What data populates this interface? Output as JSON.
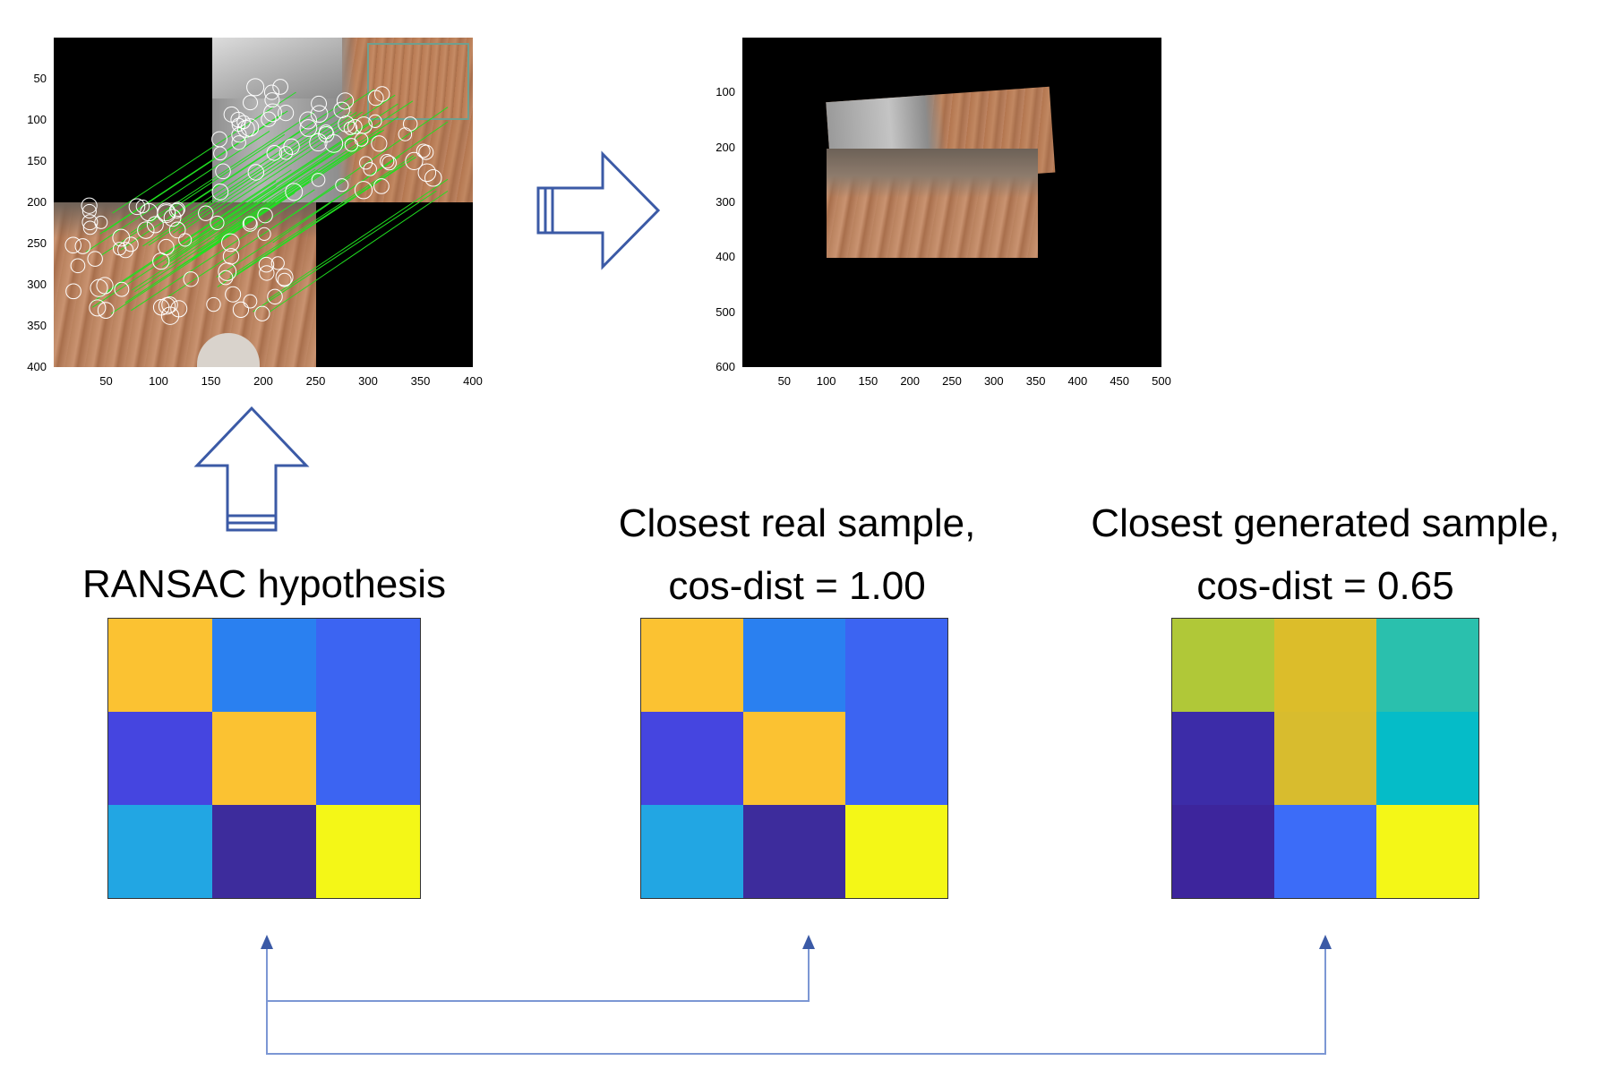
{
  "plot1": {
    "y_ticks": [
      "50",
      "100",
      "150",
      "200",
      "250",
      "300",
      "350",
      "400"
    ],
    "x_ticks": [
      "50",
      "100",
      "150",
      "200",
      "250",
      "300",
      "350",
      "400"
    ]
  },
  "plot2": {
    "y_ticks": [
      "100",
      "200",
      "300",
      "400",
      "500",
      "600"
    ],
    "x_ticks": [
      "50",
      "100",
      "150",
      "200",
      "250",
      "300",
      "350",
      "400",
      "450",
      "500"
    ]
  },
  "panels": [
    {
      "title_lines": [
        "RANSAC hypothesis"
      ],
      "cells": [
        "#fbc232",
        "#2a80f0",
        "#3c64f2",
        "#4545e0",
        "#fbc232",
        "#3c64f2",
        "#22a6e3",
        "#3d2c9c",
        "#f4f717"
      ]
    },
    {
      "title_lines": [
        "Closest real sample,",
        "cos-dist = 1.00"
      ],
      "cells": [
        "#fbc232",
        "#2a80f0",
        "#3c64f2",
        "#4545e0",
        "#fbc232",
        "#3c64f2",
        "#22a6e3",
        "#3d2c9c",
        "#f4f717"
      ]
    },
    {
      "title_lines": [
        "Closest generated sample,",
        "cos-dist = 0.65"
      ],
      "cells": [
        "#b0c838",
        "#dcbd2a",
        "#2ac0ad",
        "#3c2ca8",
        "#d8bc2e",
        "#05bcc8",
        "#3d259c",
        "#3c6cf8",
        "#f4f717"
      ]
    }
  ],
  "colors": {
    "arrow_outline": "#3b5aa6",
    "connector": "#7c97d4",
    "match_line": "#20e020",
    "keypoint": "#ffffff"
  }
}
